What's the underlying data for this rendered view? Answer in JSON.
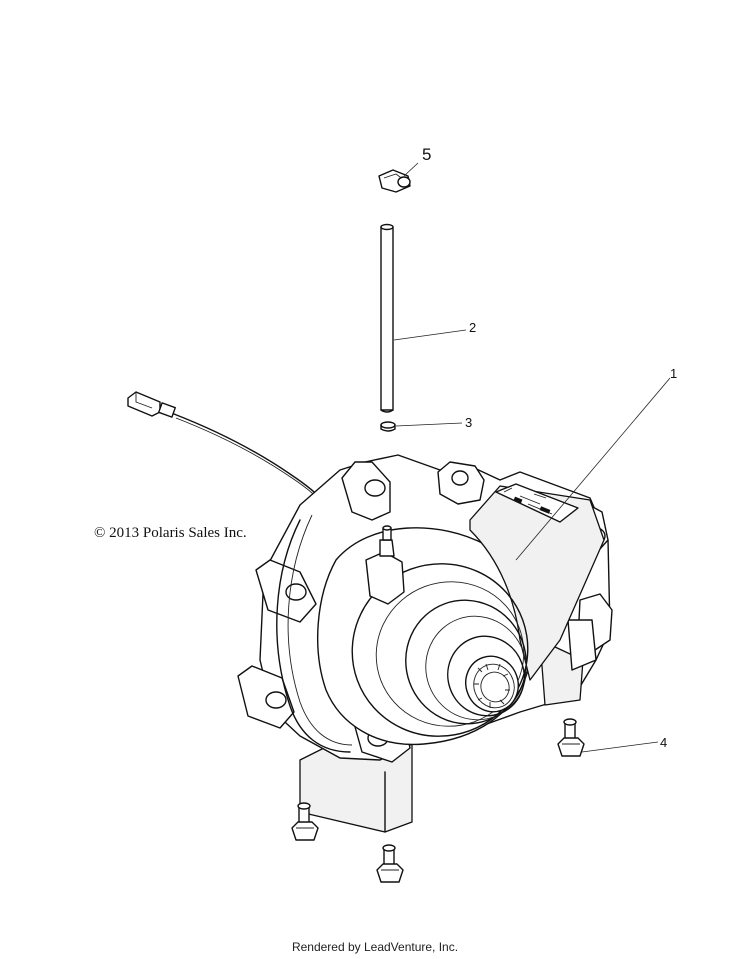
{
  "copyright": "© 2013 Polaris Sales Inc.",
  "footer": "Rendered by LeadVenture, Inc.",
  "callouts": [
    {
      "id": "1",
      "label": "1"
    },
    {
      "id": "2",
      "label": "2"
    },
    {
      "id": "3",
      "label": "3"
    },
    {
      "id": "4",
      "label": "4"
    },
    {
      "id": "5",
      "label": "5"
    }
  ]
}
